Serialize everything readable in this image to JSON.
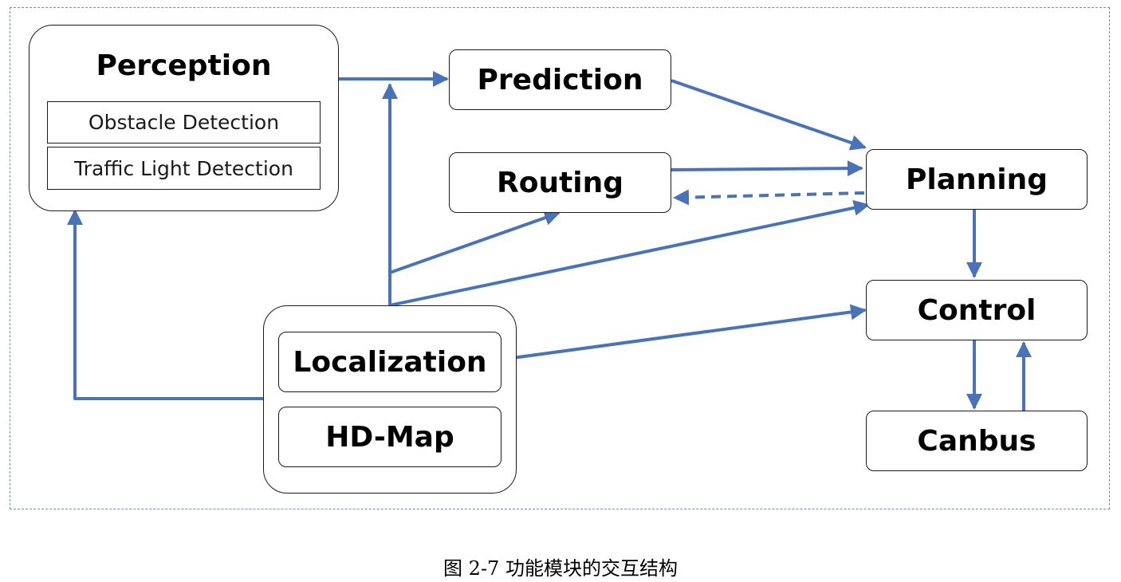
{
  "diagram": {
    "caption": "图 2-7 功能模块的交互结构",
    "colors": {
      "arrow": "#4a72b8",
      "border": "#1a1a1a",
      "frame": "#7f8a99"
    },
    "perception": {
      "title": "Perception",
      "components": [
        "Obstacle Detection",
        "Traffic Light Detection"
      ]
    },
    "localization_group": {
      "components": [
        "Localization",
        "HD-Map"
      ]
    },
    "modules": {
      "prediction": "Prediction",
      "routing": "Routing",
      "planning": "Planning",
      "control": "Control",
      "canbus": "Canbus"
    },
    "edges": [
      {
        "from": "Perception",
        "to": "Prediction",
        "style": "solid"
      },
      {
        "from": "Localization",
        "to": "Perception",
        "style": "solid"
      },
      {
        "from": "Localization",
        "to": "Prediction",
        "style": "solid"
      },
      {
        "from": "Localization",
        "to": "Routing",
        "style": "solid"
      },
      {
        "from": "Localization",
        "to": "Planning",
        "style": "solid"
      },
      {
        "from": "Localization",
        "to": "Control",
        "style": "solid"
      },
      {
        "from": "Prediction",
        "to": "Planning",
        "style": "solid"
      },
      {
        "from": "Routing",
        "to": "Planning",
        "style": "solid"
      },
      {
        "from": "Planning",
        "to": "Routing",
        "style": "dashed"
      },
      {
        "from": "Planning",
        "to": "Control",
        "style": "solid"
      },
      {
        "from": "Control",
        "to": "Canbus",
        "style": "solid"
      },
      {
        "from": "Canbus",
        "to": "Control",
        "style": "solid"
      }
    ]
  }
}
